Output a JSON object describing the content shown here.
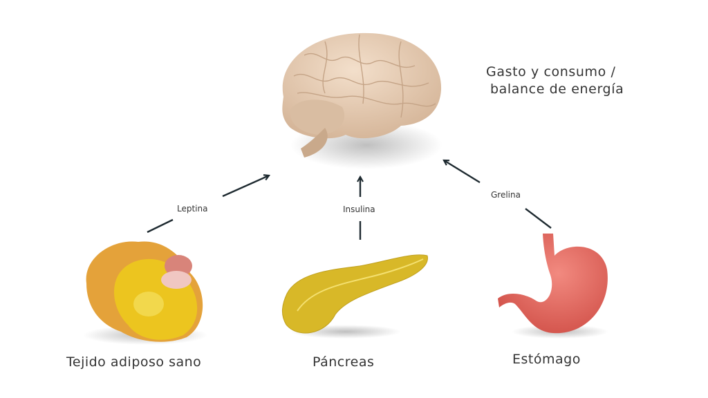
{
  "title": {
    "line1": "Gasto y consumo /",
    "line2": "balance de energía"
  },
  "hormones": {
    "leptin": "Leptina",
    "insulin": "Insulina",
    "ghrelin": "Grelina"
  },
  "organs": {
    "adipose": "Tejido adiposo sano",
    "pancreas": "Páncreas",
    "stomach": "Estómago"
  },
  "colors": {
    "arrow": "#1e2a30",
    "brain": "#e8cdb5",
    "fat": "#e9c21d",
    "pancreas": "#d9b92a",
    "stomach": "#e8675e"
  }
}
